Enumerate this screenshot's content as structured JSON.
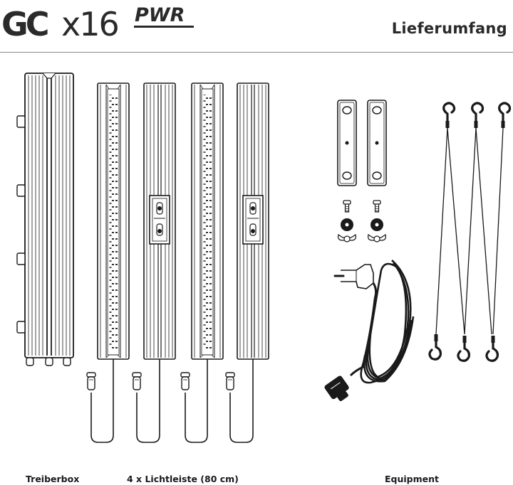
{
  "header": {
    "brand_letters": "GC",
    "model": "x16",
    "variant": "PWR",
    "title": "Lieferumfang"
  },
  "captions": {
    "driver_box": "Treiberbox",
    "light_bars": "4 x Lichtleiste (80 cm)",
    "equipment": "Equipment"
  },
  "colors": {
    "line": "#1a1a1a",
    "rule": "#8a8a8a",
    "background": "#ffffff"
  },
  "icons": {
    "driver_box": "driver-box-illustration",
    "light_bar": "led-light-bar-illustration",
    "bracket": "mounting-bracket-illustration",
    "screw": "screw-illustration",
    "wing_nut": "wing-nut-illustration",
    "power_cable": "power-plug-cable-illustration",
    "hanging_wire": "hanging-wire-illustration"
  }
}
